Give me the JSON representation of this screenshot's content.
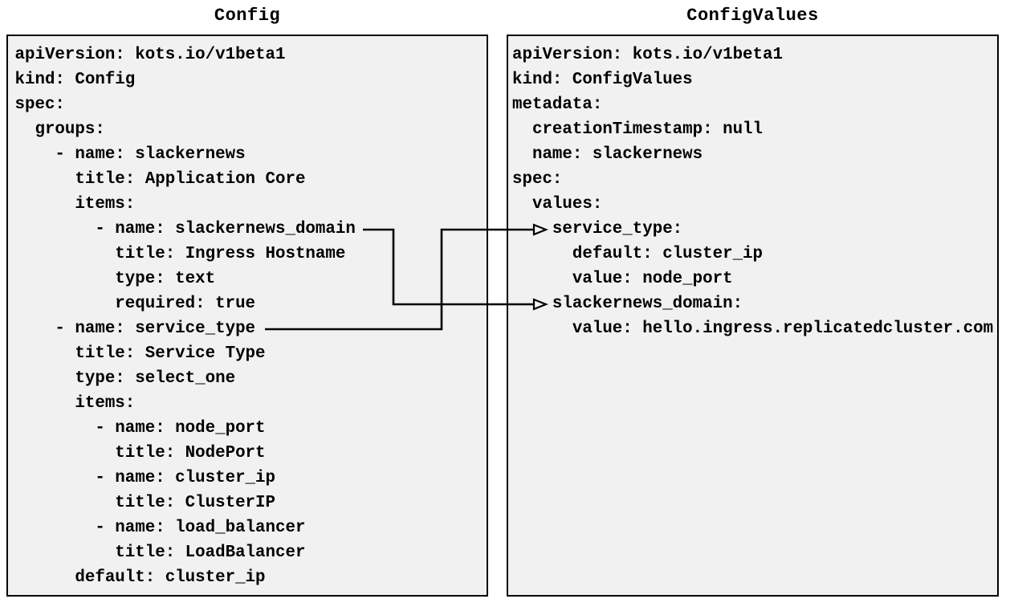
{
  "diagram": {
    "left_panel": {
      "title": "Config",
      "yaml_lines": [
        "apiVersion: kots.io/v1beta1",
        "kind: Config",
        "spec:",
        "  groups:",
        "    - name: slackernews",
        "      title: Application Core",
        "      items:",
        "        - name: slackernews_domain",
        "          title: Ingress Hostname",
        "          type: text",
        "          required: true",
        "    - name: service_type",
        "      title: Service Type",
        "      type: select_one",
        "      items:",
        "        - name: node_port",
        "          title: NodePort",
        "        - name: cluster_ip",
        "          title: ClusterIP",
        "        - name: load_balancer",
        "          title: LoadBalancer",
        "      default: cluster_ip"
      ]
    },
    "right_panel": {
      "title": "ConfigValues",
      "yaml_lines": [
        "apiVersion: kots.io/v1beta1",
        "kind: ConfigValues",
        "metadata:",
        "  creationTimestamp: null",
        "  name: slackernews",
        "spec:",
        "  values:",
        "    service_type:",
        "      default: cluster_ip",
        "      value: node_port",
        "    slackernews_domain:",
        "      value: hello.ingress.replicatedcluster.com"
      ]
    },
    "connections": [
      {
        "from": "Config item: slackernews_domain",
        "to": "ConfigValues key: slackernews_domain"
      },
      {
        "from": "Config item: service_type",
        "to": "ConfigValues key: service_type"
      }
    ],
    "colors": {
      "page_background": "#ffffff",
      "box_fill": "#f1f1f2",
      "box_border": "#000000",
      "text": "#000000",
      "connector": "#000000"
    }
  }
}
